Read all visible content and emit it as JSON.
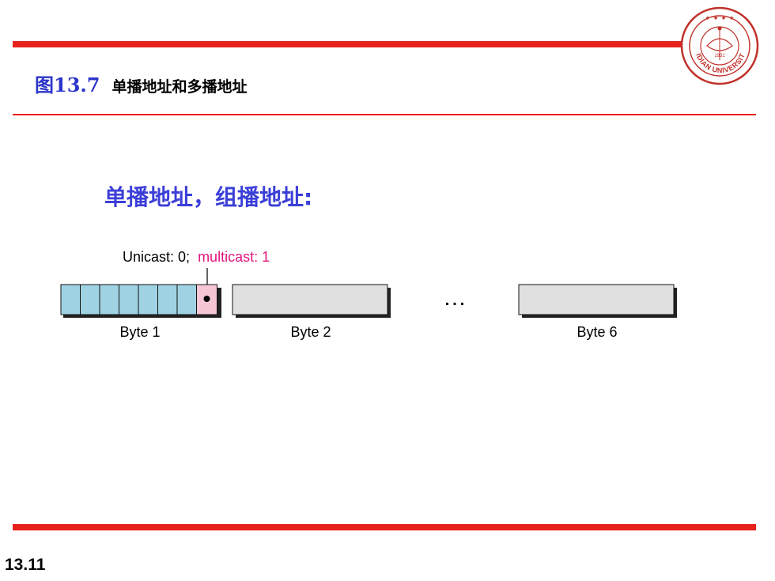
{
  "header": {
    "figure_label": "图13.7",
    "figure_caption": "单播地址和多播地址",
    "logo_text": "XIDIAN UNIVERSITY",
    "logo_year": "1931"
  },
  "subtitle": "单播地址，组播地址:",
  "diagram": {
    "annotation_prefix": "Unicast: 0;",
    "annotation_suffix": "multicast: 1",
    "ellipsis": "…",
    "bytes": [
      {
        "label": "Byte 1"
      },
      {
        "label": "Byte 2"
      },
      {
        "label": "Byte 6"
      }
    ]
  },
  "footer": {
    "page_number": "13.11"
  },
  "colors": {
    "red": "#e8211c",
    "title_blue": "#2b35c9",
    "subtitle_blue": "#3b3fd8",
    "bit_fill": "#9fd3e3",
    "flag_fill": "#f6c6d5",
    "byte_fill": "#e0e0e0",
    "magenta": "#e0157f"
  }
}
